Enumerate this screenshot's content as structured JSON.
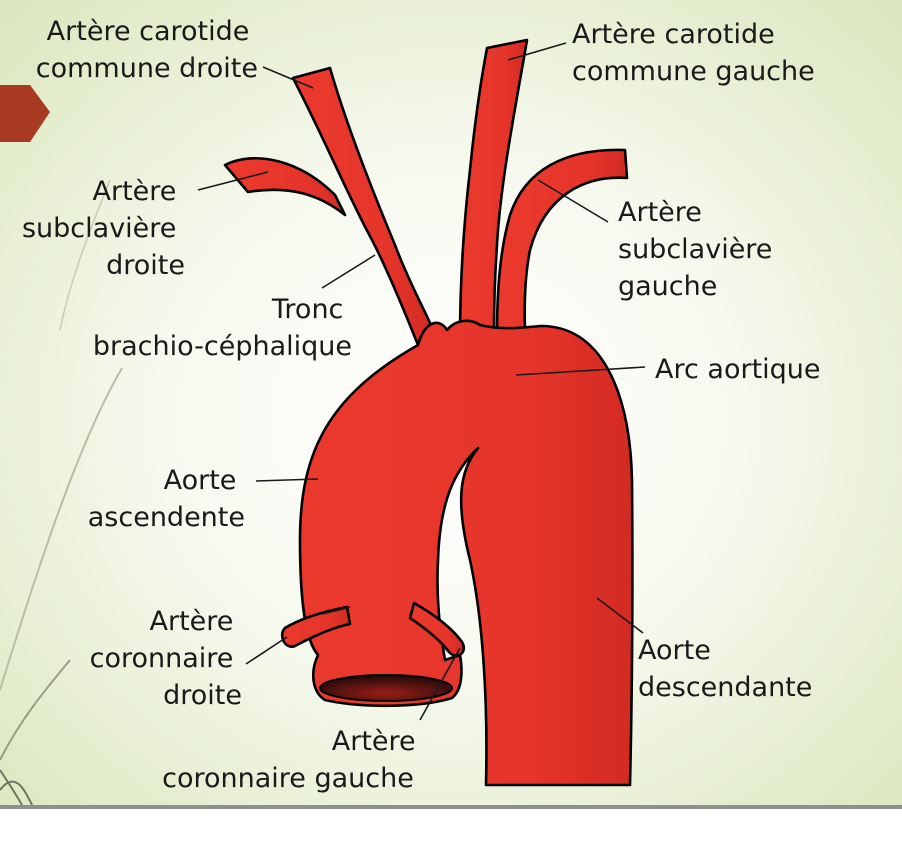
{
  "colors": {
    "vessel": "#e8352a",
    "vessel_dark": "#c4261e",
    "background_light": "#fbfcf7",
    "background_green": "#dfe8c4",
    "accent_arrow": "#a83a22",
    "bottom_bar": "#8f8f8f"
  },
  "labels": {
    "carotide_droite": [
      "Artère carotide",
      "commune droite"
    ],
    "carotide_gauche": [
      "Artère carotide",
      "commune gauche"
    ],
    "subclaviere_droite": [
      "Artère",
      "subclavière",
      "droite"
    ],
    "subclaviere_gauche": [
      "Artère",
      "subclavière",
      "gauche"
    ],
    "tronc": [
      "Tronc",
      "brachio-céphalique"
    ],
    "arc_aortique": [
      "Arc aortique"
    ],
    "aorte_ascendente": [
      "Aorte",
      "ascendente"
    ],
    "coronaire_droite": [
      "Artère",
      "coronnaire",
      "droite"
    ],
    "coronaire_gauche": [
      "Artère",
      "coronnaire gauche"
    ],
    "aorte_descendante": [
      "Aorte",
      "descendante"
    ]
  }
}
